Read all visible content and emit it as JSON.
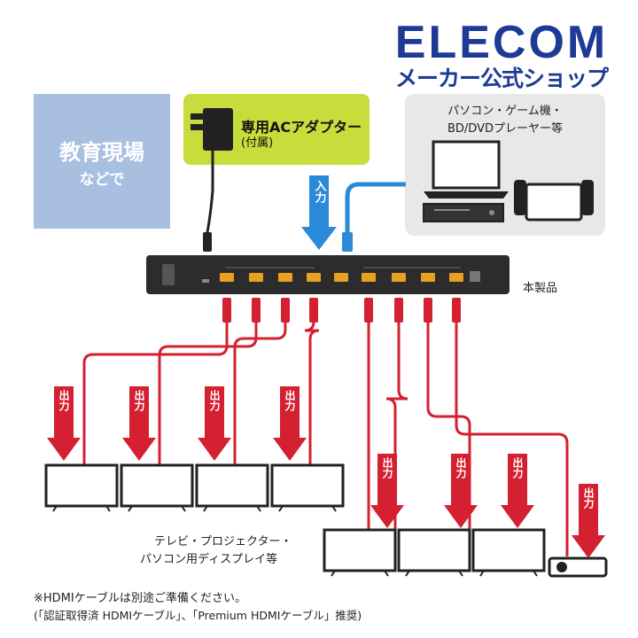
{
  "brand": {
    "logo": "ELECOM",
    "subtitle": "メーカー公式ショップ",
    "color": "#1d3b96"
  },
  "education": {
    "title": "教育現場",
    "subtitle": "などで"
  },
  "adapter": {
    "title": "専用ACアダプター",
    "subtitle": "(付属)"
  },
  "sources": {
    "title_line1": "パソコン・ゲーム機・",
    "title_line2": "BD/DVDプレーヤー等"
  },
  "input_label": "入力",
  "output_label": "出力",
  "product_label": "本製品",
  "displays_label_line1": "テレビ・プロジェクター・",
  "displays_label_line2": "パソコン用ディスプレイ等",
  "notes": {
    "line1": "※HDMIケーブルは別途ご準備ください。",
    "line2": "(「認証取得済 HDMIケーブル」、「Premium HDMIケーブル」推奨)"
  },
  "colors": {
    "hdmi_cable": "#d42030",
    "input_cable": "#2a8ad8",
    "adapter_bg": "#c8dc3c",
    "education_bg": "#a8bfe0",
    "sources_bg": "#e8e8e8",
    "device_body": "#2c2c2c"
  },
  "output_count": 8
}
